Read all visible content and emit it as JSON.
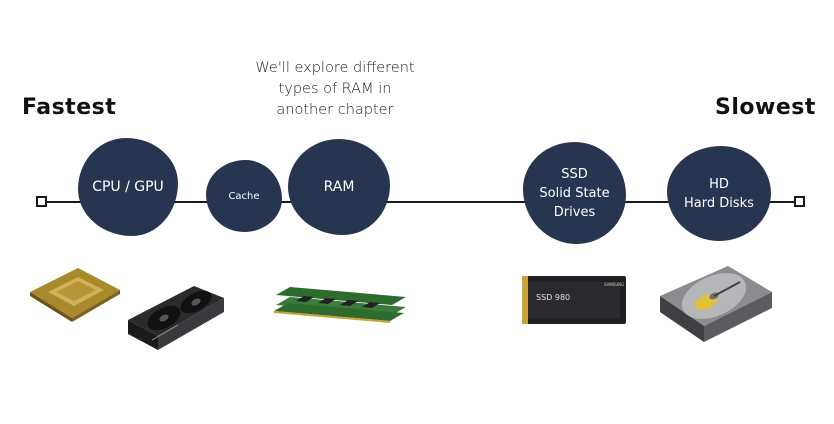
{
  "ends": {
    "left": "Fastest",
    "right": "Slowest"
  },
  "note": {
    "lines": [
      "We'll explore different",
      "types of RAM in",
      "another chapter"
    ]
  },
  "nodes": [
    {
      "id": "cpu-gpu",
      "lines": [
        "CPU / GPU"
      ]
    },
    {
      "id": "cache",
      "lines": [
        "Cache"
      ]
    },
    {
      "id": "ram",
      "lines": [
        "RAM"
      ]
    },
    {
      "id": "ssd",
      "lines": [
        "SSD",
        "Solid State",
        "Drives"
      ]
    },
    {
      "id": "hd",
      "lines": [
        "HD",
        "Hard Disks"
      ]
    }
  ],
  "images": {
    "ssd_label": "SSD 980",
    "ssd_brand": "SAMSUNG"
  },
  "colors": {
    "node": "#283551",
    "line": "#1a1a1a"
  }
}
